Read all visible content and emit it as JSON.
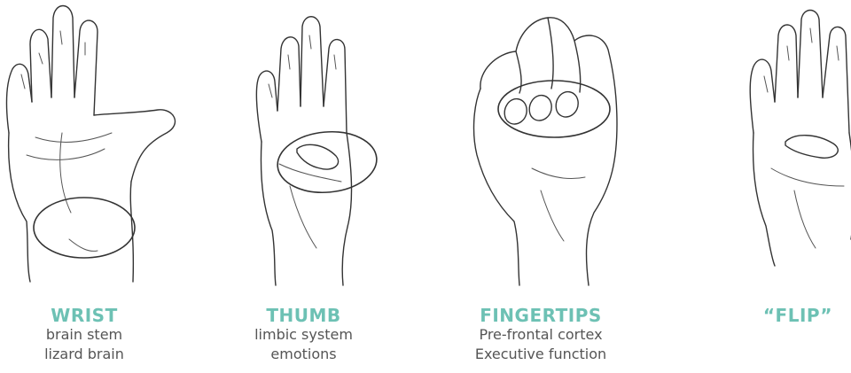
{
  "panels": [
    {
      "title": "WRIST",
      "lines": [
        "brain stem",
        "lizard brain"
      ],
      "icon": "open-palm-hand-icon"
    },
    {
      "title": "THUMB",
      "lines": [
        "limbic system",
        "emotions"
      ],
      "icon": "thumb-folded-hand-icon"
    },
    {
      "title": "FINGERTIPS",
      "lines": [
        "Pre-frontal cortex",
        "Executive function"
      ],
      "icon": "closed-fist-hand-icon"
    },
    {
      "title": "“FLIP”",
      "lines": [],
      "icon": "flipping-lid-hand-icon"
    }
  ],
  "colors": {
    "accent": "#6dc1b4",
    "text": "#555555",
    "sketch": "#333333"
  }
}
